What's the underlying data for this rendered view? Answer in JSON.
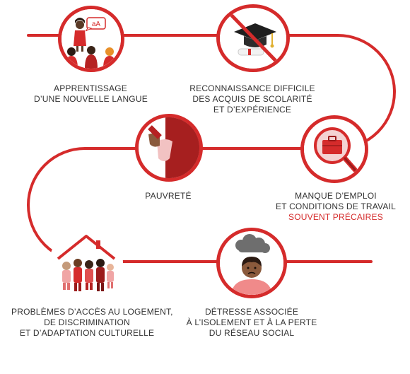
{
  "colors": {
    "accent": "#d52b2b",
    "dark_red": "#9b1b1b",
    "text": "#333333"
  },
  "steps": [
    {
      "id": "langue",
      "icon": "teacher-classroom-icon",
      "bubble_text": "aA",
      "lines": [
        "APPRENTISSAGE",
        "D’UNE NOUVELLE LANGUE"
      ]
    },
    {
      "id": "reconnaissance",
      "icon": "crossed-graduation-cap-icon",
      "lines": [
        "RECONNAISSANCE DIFFICILE",
        "DES ACQUIS DE SCOLARITÉ",
        "ET D’EXPÉRIENCE"
      ]
    },
    {
      "id": "emploi",
      "icon": "briefcase-magnifier-icon",
      "lines": [
        "MANQUE D’EMPLOI",
        "ET CONDITIONS DE TRAVAIL",
        "SOUVENT PRÉCAIRES"
      ],
      "highlight_line_index": 2
    },
    {
      "id": "pauvrete",
      "icon": "empty-pocket-icon",
      "lines": [
        "PAUVRETÉ"
      ]
    },
    {
      "id": "logement",
      "icon": "people-under-roof-icon",
      "lines": [
        "PROBLÈMES D’ACCÈS AU LOGEMENT,",
        "DE DISCRIMINATION",
        "ET D’ADAPTATION CULTURELLE"
      ]
    },
    {
      "id": "detresse",
      "icon": "person-under-cloud-icon",
      "lines": [
        "DÉTRESSE ASSOCIÉE",
        "À L’ISOLEMENT ET À LA PERTE",
        "DU RÉSEAU SOCIAL"
      ]
    }
  ]
}
